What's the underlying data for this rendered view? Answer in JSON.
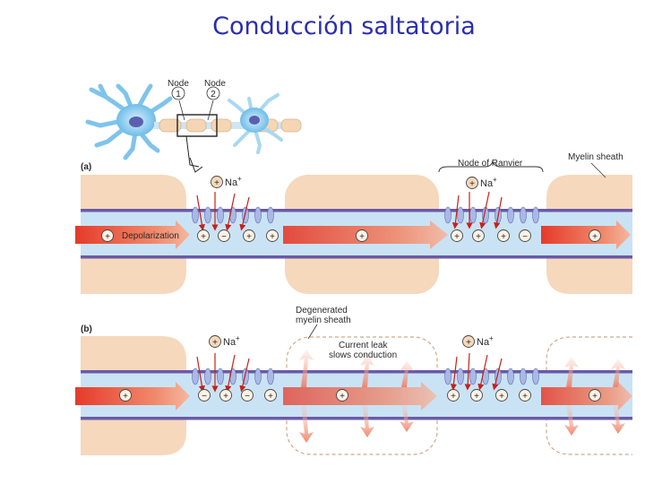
{
  "title": "Conducción saltatoria",
  "neuron": {
    "node1": "Node",
    "node1_num": "1",
    "node2": "Node",
    "node2_num": "2"
  },
  "panel_a": {
    "label": "(a)",
    "node_of_ranvier": "Node of Ranvier",
    "myelin_sheath": "Myelin sheath",
    "na": "Na",
    "na_sup": "+",
    "depolarization": "Depolarization"
  },
  "panel_b": {
    "label": "(b)",
    "degenerated_line1": "Degenerated",
    "degenerated_line2": "myelin sheath",
    "leak_line1": "Current leak",
    "leak_line2": "slows conduction",
    "na": "Na",
    "na_sup": "+"
  },
  "charges": {
    "plus": "+",
    "minus": "−"
  },
  "colors": {
    "title": "#2b2faa",
    "myelin": "#f6d8bc",
    "axon": "#c9e3f5",
    "membrane": "#6a5aa8",
    "current": "#e8503a"
  }
}
